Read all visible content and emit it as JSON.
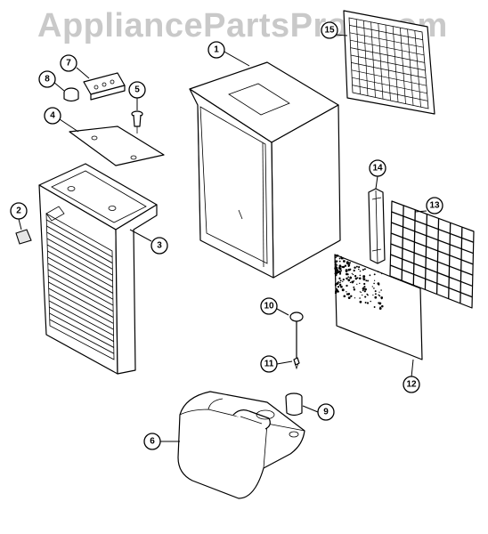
{
  "watermark": "AppliancePartsPros.com",
  "callouts": {
    "c1": "1",
    "c2": "2",
    "c3": "3",
    "c4": "4",
    "c5": "5",
    "c6": "6",
    "c7": "7",
    "c8": "8",
    "c9": "9",
    "c10": "10",
    "c11": "11",
    "c12": "12",
    "c13": "13",
    "c14": "14",
    "c15": "15"
  }
}
